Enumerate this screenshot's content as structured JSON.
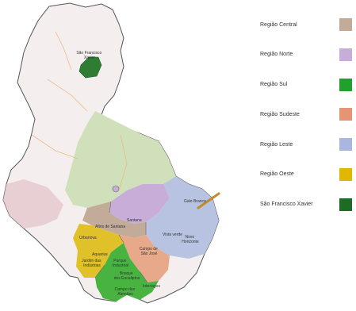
{
  "map": {
    "places": {
      "sao_francisco_xavier": [
        "São Francisco",
        "Xavier"
      ],
      "galo_branco": "Galo Branco",
      "santana": "Santana",
      "altos_santana": "Altos de Santana",
      "urbanova": "Urbanova",
      "vista_verde": "Vista verde",
      "novo_horizonte": [
        "Novo",
        "Horizonte"
      ],
      "campo_sao_jose": [
        "Campo de",
        "São José"
      ],
      "aquarius": "Aquarius",
      "jardim_industrias": [
        "Jardim das",
        "Indústrias"
      ],
      "parque_industrial": [
        "Parque",
        "Industrial"
      ],
      "bosque_eucaliptos": [
        "Bosque",
        "dos Eucaliptos"
      ],
      "interlagos": "Interlagos",
      "campo_alemaes": [
        "Campo dos",
        "Alemães"
      ]
    },
    "colors": {
      "base": "#f4eeee",
      "central": "#c2ab99",
      "norte": "#c7add8",
      "sul": "#49b341",
      "sudeste": "#e8a98a",
      "leste": "#b7c3e0",
      "oeste": "#e1c12a",
      "sfx": "#2e7d32",
      "rural": "#cfe0bb",
      "mountains": "#e4c7cc"
    }
  },
  "legend": {
    "items": [
      {
        "label": "Região Central",
        "color": "#c2ab99"
      },
      {
        "label": "Região Norte",
        "color": "#c7add8"
      },
      {
        "label": "Região Sul",
        "color": "#22a02c"
      },
      {
        "label": "Região Sudeste",
        "color": "#e59573"
      },
      {
        "label": "Região Leste",
        "color": "#aab6e0"
      },
      {
        "label": "Região Oeste",
        "color": "#e1b800"
      },
      {
        "label": "São Francisco Xavier",
        "color": "#1d6b25"
      }
    ]
  }
}
